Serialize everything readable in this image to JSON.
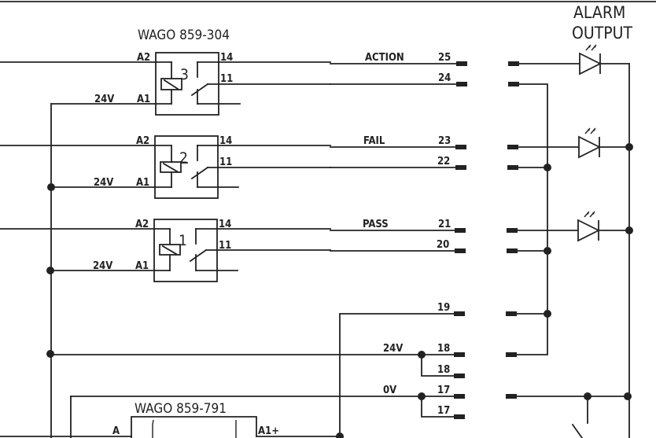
{
  "diagram": {
    "relay_module_title": "WAGO 859-304",
    "power_module_title": "WAGO 859-791",
    "alarm_title_line1": "ALARM",
    "alarm_title_line2": "OUTPUT",
    "relays": [
      {
        "number": "3",
        "a2": "A2",
        "a1": "A1",
        "nc": "14",
        "no": "11",
        "supply": "24V"
      },
      {
        "number": "2",
        "a2": "A2",
        "a1": "A1",
        "nc": "14",
        "no": "11",
        "supply": "24V"
      },
      {
        "number": "1",
        "a2": "A2",
        "a1": "A1",
        "nc": "14",
        "no": "11",
        "supply": "24V"
      }
    ],
    "signals": [
      {
        "name": "ACTION",
        "terminal_a": "25",
        "terminal_b": "24"
      },
      {
        "name": "FAIL",
        "terminal_a": "23",
        "terminal_b": "22"
      },
      {
        "name": "PASS",
        "terminal_a": "21",
        "terminal_b": "20"
      }
    ],
    "terminals": {
      "t19": "19",
      "t18a": "18",
      "t18b": "18",
      "t17a": "17",
      "t17b": "17"
    },
    "supply_labels": {
      "plus": "24V",
      "zero": "0V"
    },
    "power_module_pins": {
      "a": "A",
      "a1_plus": "A1+"
    },
    "colors": {
      "ink": "#222222",
      "paper": "#ffffff"
    }
  }
}
